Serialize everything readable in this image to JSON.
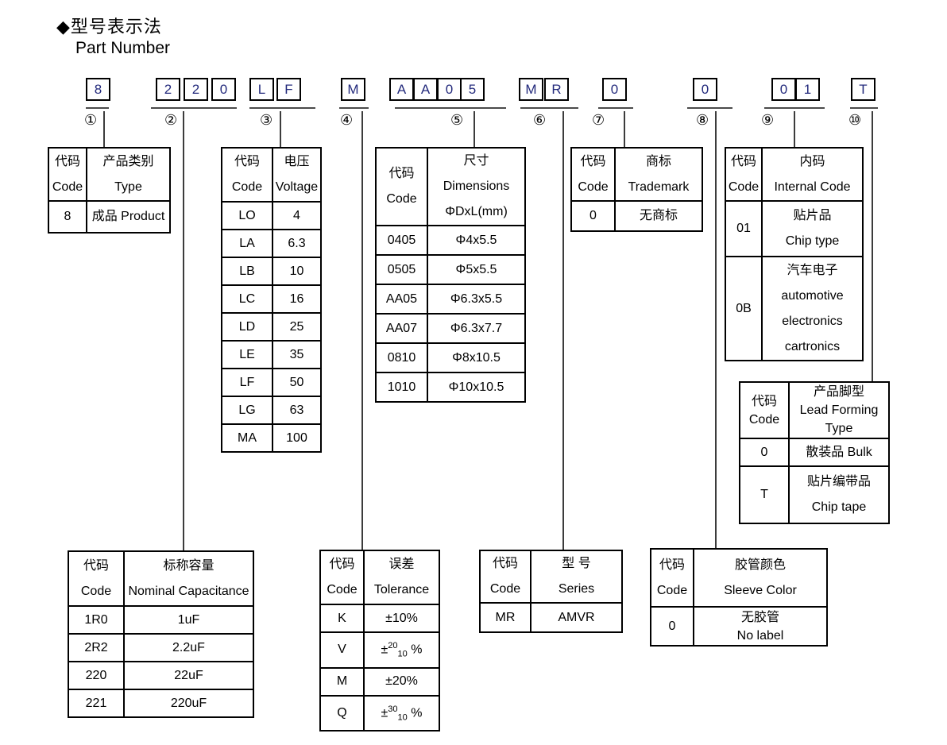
{
  "title": {
    "heading_zh": "◆型号表示法",
    "heading_en": "Part Number"
  },
  "colors": {
    "part_number_char": "#232a7c",
    "text": "#000000",
    "line": "#3c3c3c"
  },
  "part_number": {
    "groups": [
      {
        "marker": "①",
        "chars": [
          "8"
        ]
      },
      {
        "marker": "②",
        "chars": [
          "2",
          "2",
          "0"
        ]
      },
      {
        "marker": "③",
        "chars": [
          "L",
          "F"
        ]
      },
      {
        "marker": "④",
        "chars": [
          "M"
        ]
      },
      {
        "marker": "⑤",
        "chars": [
          "A",
          "A",
          "0",
          "5"
        ]
      },
      {
        "marker": "⑥",
        "chars": [
          "M",
          "R"
        ]
      },
      {
        "marker": "⑦",
        "chars": [
          "0"
        ]
      },
      {
        "marker": "⑧",
        "chars": [
          "0"
        ]
      },
      {
        "marker": "⑨",
        "chars": [
          "0",
          "1"
        ]
      },
      {
        "marker": "⑩",
        "chars": [
          "T"
        ]
      }
    ]
  },
  "tables": {
    "product": {
      "header_code": "代码\nCode",
      "header_value": "产品类别\nType",
      "rows": [
        {
          "code": "8",
          "value": "成品 Product"
        }
      ]
    },
    "voltage": {
      "header_code": "代码\nCode",
      "header_value": "电压\nVoltage",
      "rows": [
        {
          "code": "LO",
          "value": "4"
        },
        {
          "code": "LA",
          "value": "6.3"
        },
        {
          "code": "LB",
          "value": "10"
        },
        {
          "code": "LC",
          "value": "16"
        },
        {
          "code": "LD",
          "value": "25"
        },
        {
          "code": "LE",
          "value": "35"
        },
        {
          "code": "LF",
          "value": "50"
        },
        {
          "code": "LG",
          "value": "63"
        },
        {
          "code": "MA",
          "value": "100"
        }
      ]
    },
    "dimensions": {
      "header_code": "代码\nCode",
      "header_value": "尺寸 Dimensions\nΦDxL(mm)",
      "rows": [
        {
          "code": "0405",
          "value": "Φ4x5.5"
        },
        {
          "code": "0505",
          "value": "Φ5x5.5"
        },
        {
          "code": "AA05",
          "value": "Φ6.3x5.5"
        },
        {
          "code": "AA07",
          "value": "Φ6.3x7.7"
        },
        {
          "code": "0810",
          "value": "Φ8x10.5"
        },
        {
          "code": "1010",
          "value": "Φ10x10.5"
        }
      ]
    },
    "trademark": {
      "header_code": "代码\nCode",
      "header_value": "商标\nTrademark",
      "rows": [
        {
          "code": "0",
          "value": "无商标"
        }
      ]
    },
    "internal_code": {
      "header_code": "代码\nCode",
      "header_value": "内码\nInternal Code",
      "rows": [
        {
          "code": "01",
          "value": "贴片品\nChip type"
        },
        {
          "code": "0B",
          "value": "汽车电子\nautomotive\nelectronics\ncartronics"
        }
      ]
    },
    "lead_forming": {
      "header_code": "代码\nCode",
      "header_value": "产品脚型\nLead Forming\nType",
      "rows": [
        {
          "code": "0",
          "value": "散装品 Bulk"
        },
        {
          "code": "T",
          "value": "贴片编带品\nChip tape"
        }
      ]
    },
    "capacitance": {
      "header_code": "代码\nCode",
      "header_value": "标称容量\nNominal Capacitance",
      "rows": [
        {
          "code": "1R0",
          "value": "1uF"
        },
        {
          "code": "2R2",
          "value": "2.2uF"
        },
        {
          "code": "220",
          "value": "22uF"
        },
        {
          "code": "221",
          "value": "220uF"
        }
      ]
    },
    "tolerance": {
      "header_code": "代码\nCode",
      "header_value": "误差\nTolerance",
      "rows": [
        {
          "code": "K",
          "value": "±10%"
        },
        {
          "code": "V",
          "pm": "±",
          "sup": "20",
          "sub": "10",
          "pct": " %"
        },
        {
          "code": "M",
          "value": "±20%"
        },
        {
          "code": "Q",
          "pm": "±",
          "sup": "30",
          "sub": "10",
          "pct": " %"
        }
      ]
    },
    "series": {
      "header_code": "代码\nCode",
      "header_value": "型 号\nSeries",
      "rows": [
        {
          "code": "MR",
          "value": "AMVR"
        }
      ]
    },
    "sleeve": {
      "header_code": "代码\nCode",
      "header_value": "胶管颜色\nSleeve Color",
      "rows": [
        {
          "code": "0",
          "value": "无胶管\nNo label"
        }
      ]
    }
  }
}
